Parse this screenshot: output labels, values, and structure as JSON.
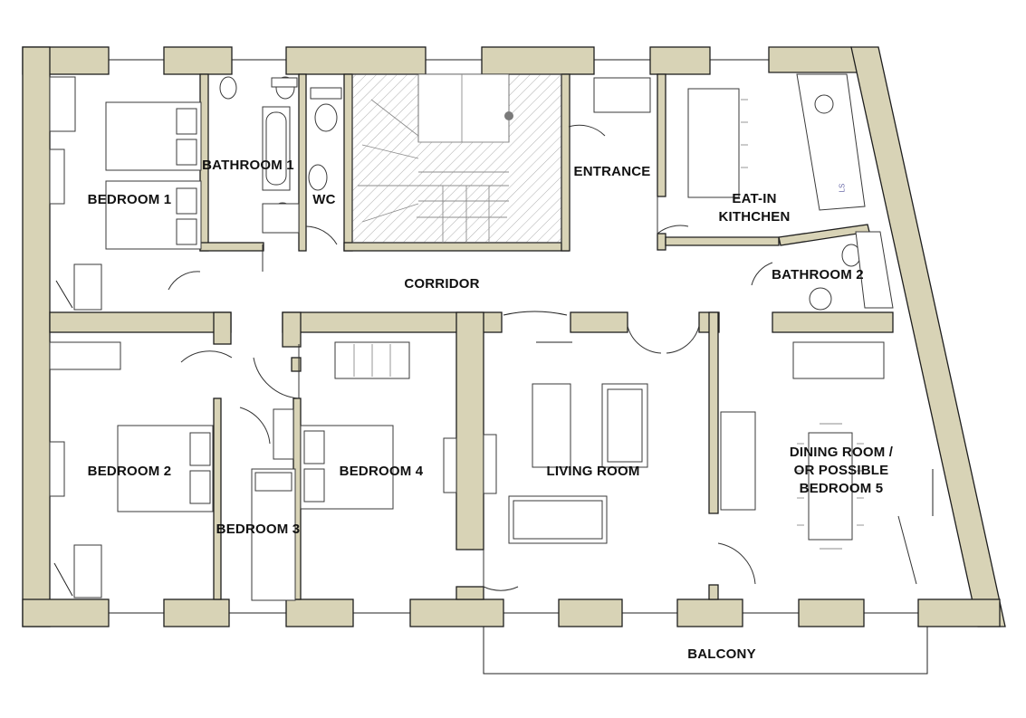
{
  "plan": {
    "rooms": [
      {
        "id": "bedroom-1",
        "label": "BEDROOM 1"
      },
      {
        "id": "bathroom-1",
        "label": "BATHROOM 1"
      },
      {
        "id": "wc",
        "label": "WC"
      },
      {
        "id": "entrance",
        "label": "ENTRANCE"
      },
      {
        "id": "eat-in-kitchen",
        "label": "EAT-IN\nKITHCHEN"
      },
      {
        "id": "bathroom-2",
        "label": "BATHROOM 2"
      },
      {
        "id": "corridor",
        "label": "CORRIDOR"
      },
      {
        "id": "bedroom-2",
        "label": "BEDROOM 2"
      },
      {
        "id": "bedroom-3",
        "label": "BEDROOM 3"
      },
      {
        "id": "bedroom-4",
        "label": "BEDROOM 4"
      },
      {
        "id": "living-room",
        "label": "LIVING ROOM"
      },
      {
        "id": "dining-room",
        "label": "DINING ROOM /\nOR POSSIBLE\nBEDROOM 5"
      },
      {
        "id": "balcony",
        "label": "BALCONY"
      }
    ],
    "kitchen_marking": "LS",
    "colors": {
      "wall_fill": "#d8d3b6",
      "wall_outline": "#1e1e1e",
      "stair_hatch": "#8c8c8c",
      "background": "#ffffff"
    }
  }
}
